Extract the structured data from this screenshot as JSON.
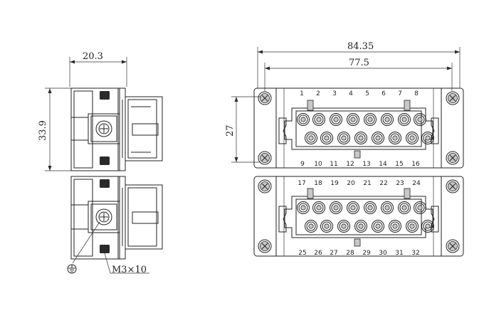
{
  "dimensions": {
    "side_width": "20.3",
    "side_height": "33.9",
    "front_outer_width": "84.35",
    "front_inner_width": "77.5",
    "front_height": "27"
  },
  "screw_callout": "M3×10",
  "ground_icon": "ground-symbol-icon",
  "pins_top_upper": [
    "1",
    "2",
    "3",
    "4",
    "5",
    "6",
    "7",
    "8"
  ],
  "pins_top_lower": [
    "9",
    "10",
    "11",
    "12",
    "13",
    "14",
    "15",
    "16"
  ],
  "pins_bottom_upper": [
    "17",
    "18",
    "19",
    "20",
    "21",
    "22",
    "23",
    "24"
  ],
  "pins_bottom_lower": [
    "25",
    "26",
    "27",
    "28",
    "29",
    "30",
    "31",
    "32"
  ]
}
